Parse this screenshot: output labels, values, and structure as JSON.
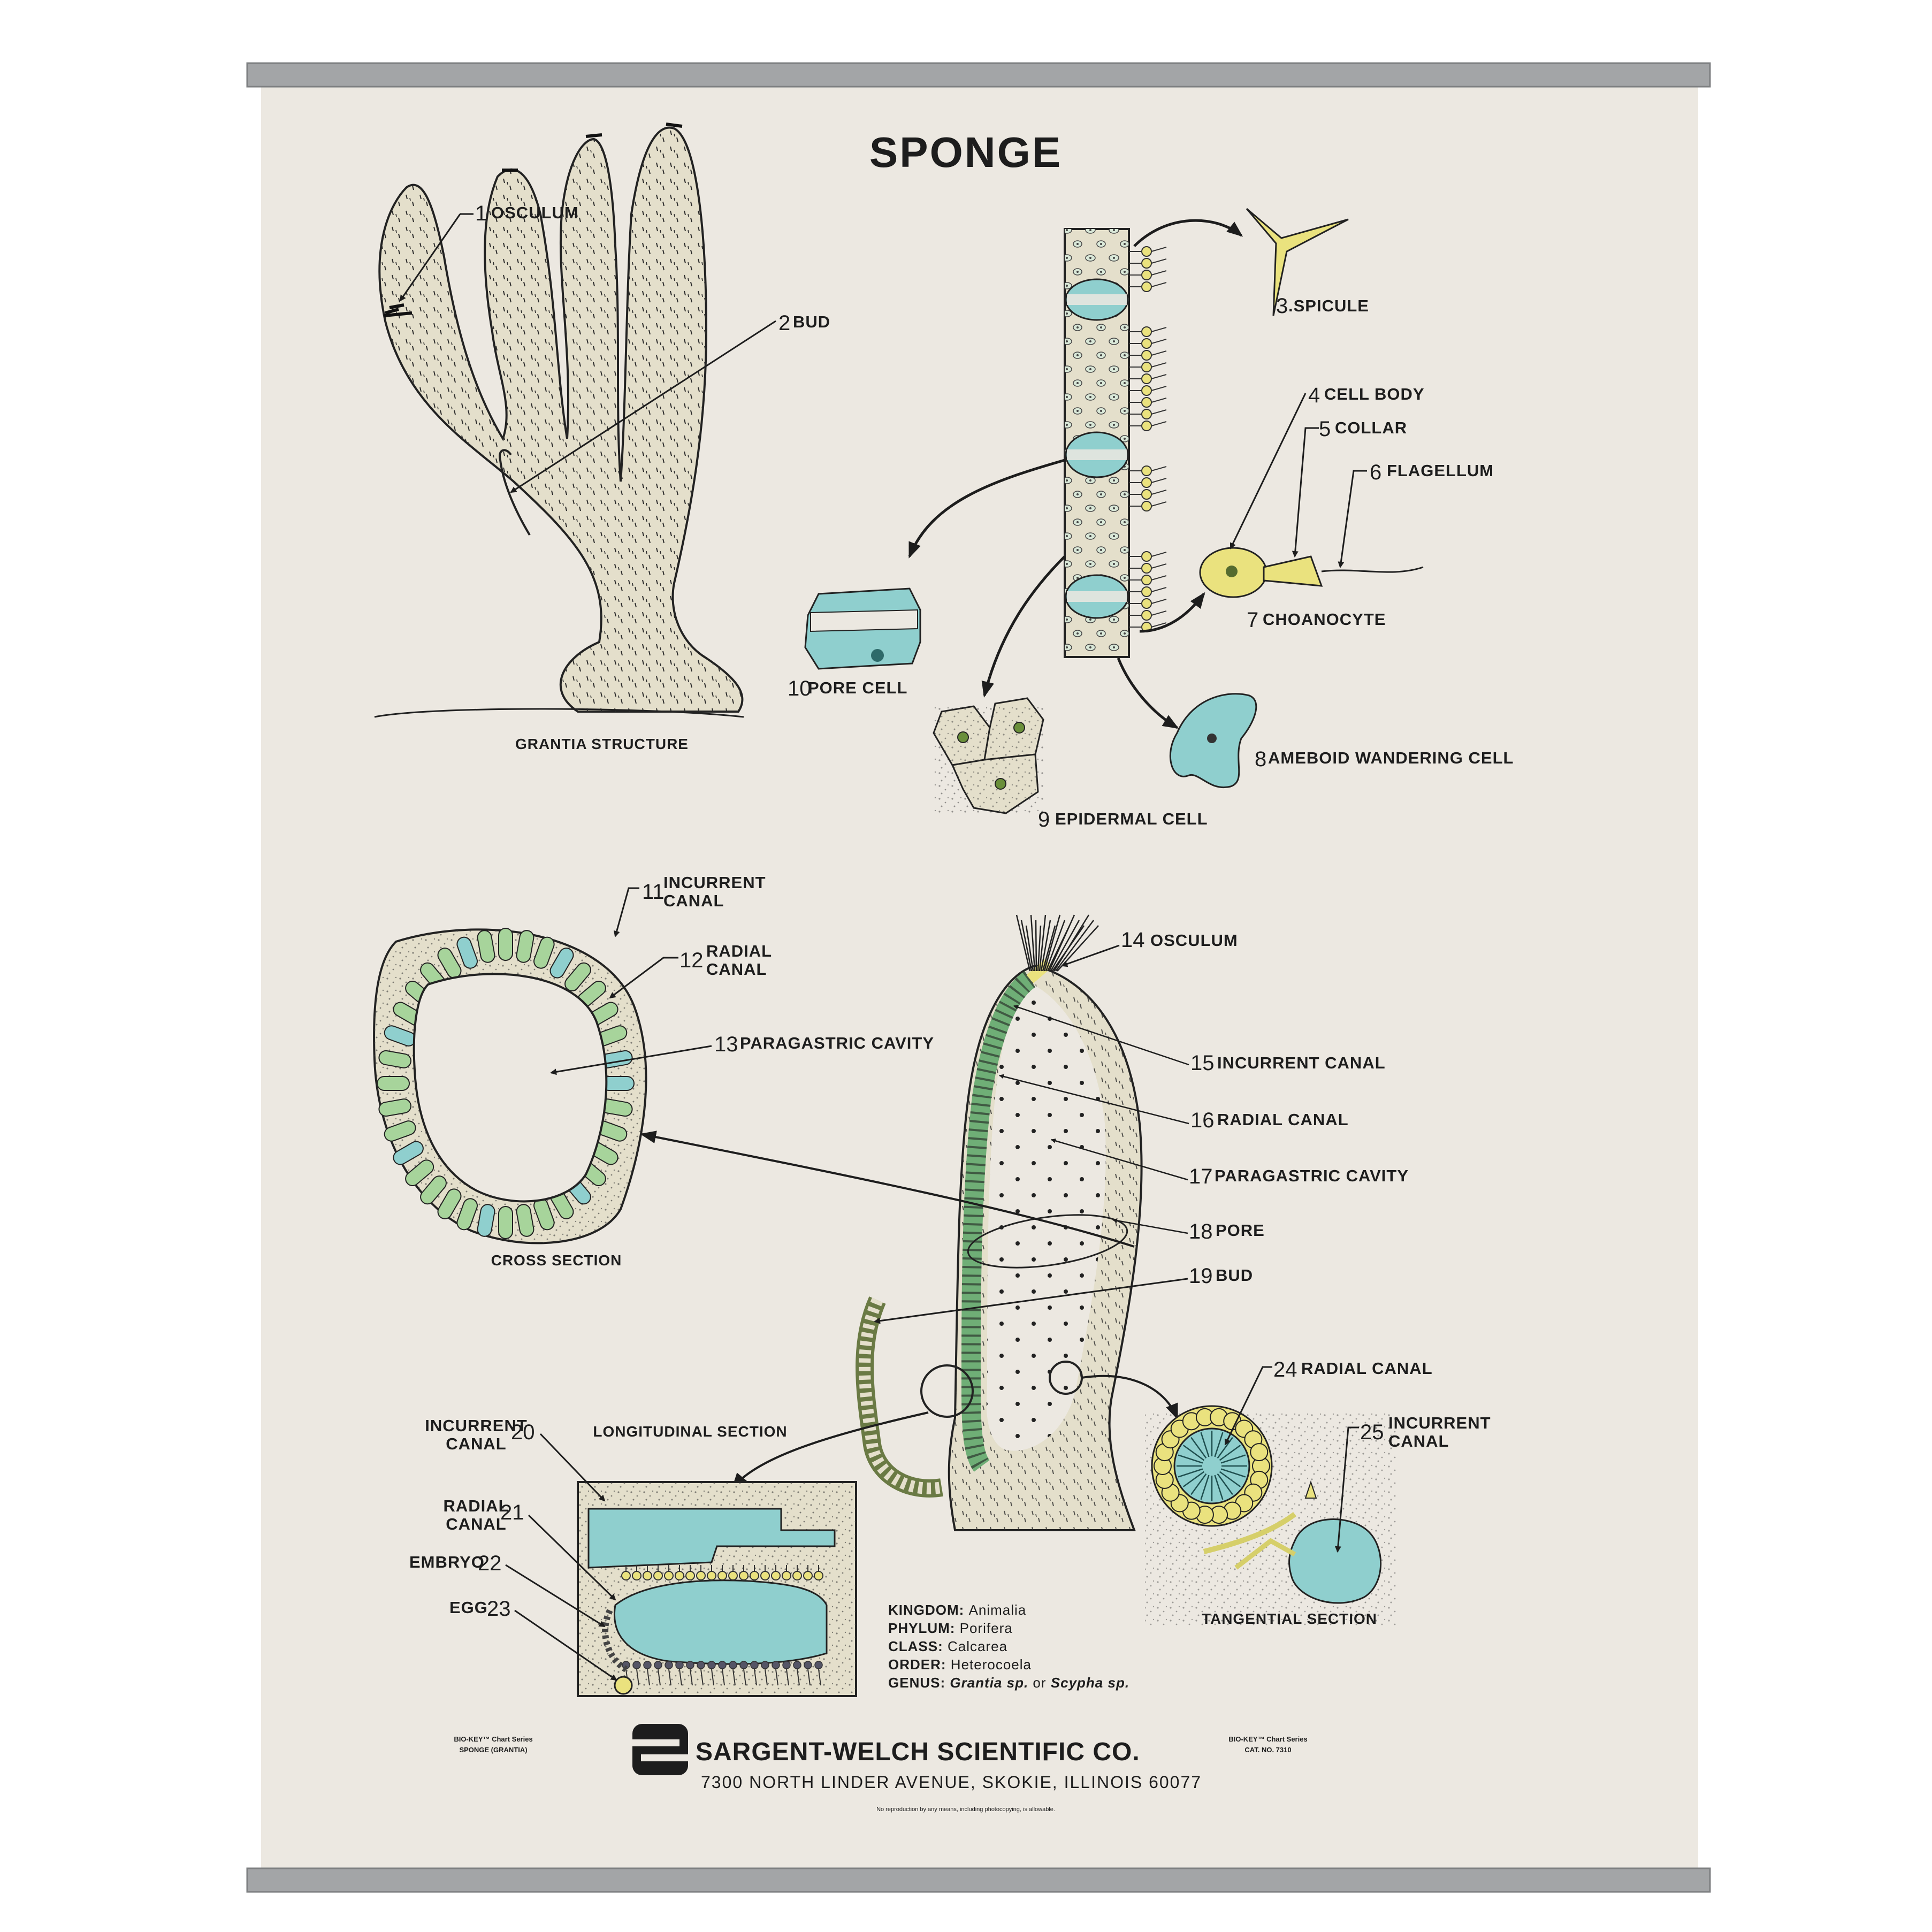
{
  "title": "SPONGE",
  "colors": {
    "paper": "#ece8e1",
    "rod": "#a3a5a7",
    "tissue": "#e4dfcb",
    "blue": "#8fcfce",
    "green": "#a7d49b",
    "yellow": "#eae27e",
    "ink": "#1d1d1d"
  },
  "labels": {
    "l1": {
      "num": "1",
      "text": "OSCULUM"
    },
    "l2": {
      "num": "2",
      "text": "BUD"
    },
    "l3": {
      "num": "3",
      "text": ".SPICULE"
    },
    "l4": {
      "num": "4",
      "text": "CELL BODY"
    },
    "l5": {
      "num": "5",
      "text": "COLLAR"
    },
    "l6": {
      "num": "6",
      "text": "FLAGELLUM"
    },
    "l7": {
      "num": "7",
      "text": "CHOANOCYTE"
    },
    "l8": {
      "num": "8",
      "text": "AMEBOID WANDERING CELL"
    },
    "l9": {
      "num": "9",
      "text": "EPIDERMAL CELL"
    },
    "l10": {
      "num": "10",
      "text": "PORE CELL"
    },
    "l11": {
      "num": "11",
      "text1": "INCURRENT",
      "text2": "CANAL"
    },
    "l12": {
      "num": "12",
      "text1": "RADIAL",
      "text2": "CANAL"
    },
    "l13": {
      "num": "13",
      "text": "PARAGASTRIC CAVITY"
    },
    "l14": {
      "num": "14",
      "text": "OSCULUM"
    },
    "l15": {
      "num": "15",
      "text": "INCURRENT CANAL"
    },
    "l16": {
      "num": "16",
      "text": "RADIAL CANAL"
    },
    "l17": {
      "num": "17",
      "text": "PARAGASTRIC CAVITY"
    },
    "l18": {
      "num": "18",
      "text": "PORE"
    },
    "l19": {
      "num": "19",
      "text": "BUD"
    },
    "l20": {
      "num": "20",
      "text1": "INCURRENT",
      "text2": "CANAL"
    },
    "l21": {
      "num": "21",
      "text1": "RADIAL",
      "text2": "CANAL"
    },
    "l22": {
      "num": "22",
      "text": "EMBRYO"
    },
    "l23": {
      "num": "23",
      "text": "EGG"
    },
    "l24": {
      "num": "24",
      "text": "RADIAL CANAL"
    },
    "l25": {
      "num": "25",
      "text1": "INCURRENT",
      "text2": "CANAL"
    }
  },
  "sections": {
    "grantia": "GRANTIA STRUCTURE",
    "cross": "CROSS SECTION",
    "longitudinal": "LONGITUDINAL SECTION",
    "tangential": "TANGENTIAL SECTION"
  },
  "taxonomy": [
    {
      "rank": "KINGDOM:",
      "value": "Animalia",
      "italic": false
    },
    {
      "rank": "PHYLUM:",
      "value": "Porifera",
      "italic": false
    },
    {
      "rank": "CLASS:",
      "value": "Calcarea",
      "italic": false
    },
    {
      "rank": "ORDER:",
      "value": "Heterocoela",
      "italic": false
    },
    {
      "rank": "GENUS:",
      "value": "Grantia sp.",
      "join": "or",
      "value2": "Scypha sp.",
      "italic": true
    }
  ],
  "footer": {
    "left_series": "BIO-KEY™ Chart Series",
    "left_name": "SPONGE (GRANTIA)",
    "right_series": "BIO-KEY™ Chart Series",
    "right_cat": "CAT. NO. 7310",
    "company": "SARGENT-WELCH SCIENTIFIC CO.",
    "address": "7300 NORTH LINDER AVENUE, SKOKIE, ILLINOIS 60077",
    "notice": "No reproduction by any means, including photocopying, is allowable."
  }
}
